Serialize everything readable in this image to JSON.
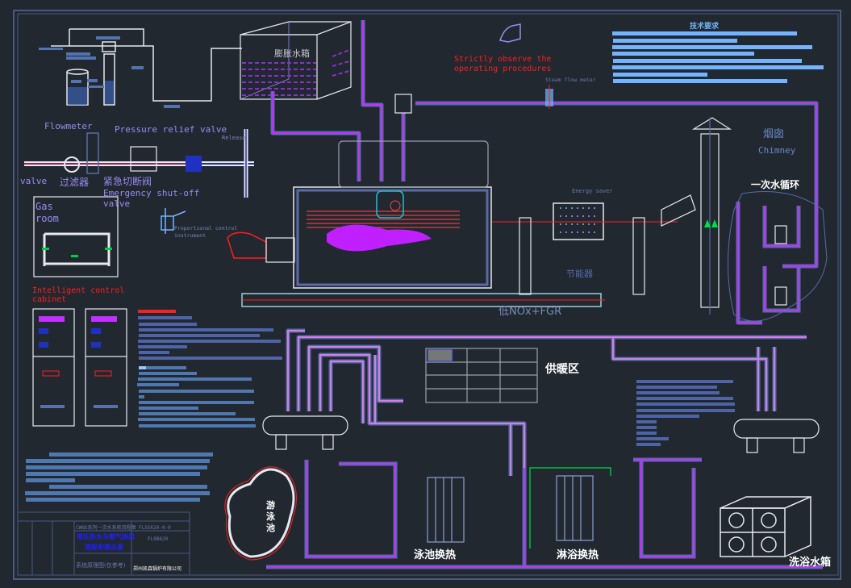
{
  "colors": {
    "background": "#212830",
    "pipe_magenta": "#c030ff",
    "pipe_white": "#e8e8f0",
    "pipe_blue": "#3a4a9a",
    "accent_red": "#ff1e1e",
    "label_lavender": "#9a8cf0",
    "text_bar_blue": "#5272b0",
    "text_bar_light": "#74b4ff",
    "flame": "#c020ff",
    "frame": "#4a5a80"
  },
  "labels": {
    "expansion_tank": "膨胀水箱",
    "flowmeter": "Flowmeter",
    "pressure_relief_valve": "Pressure relief valve",
    "valve": "valve",
    "filter": "过滤器",
    "emergency_cn": "紧急切断阀",
    "emergency_en_1": "Emergency shut-off",
    "emergency_en_2": "valve",
    "release": "Release",
    "gas_room_1": "Gas",
    "gas_room_2": "room",
    "proportional_1": "Proportional control",
    "proportional_2": "instrument",
    "intelligent_1": "Intelligent control",
    "intelligent_2": "cabinet",
    "strictly_1": "Strictly observe the",
    "strictly_2": "operating procedures",
    "steam_flow_meter": "Steam flow meter",
    "tech_requirements": "技术要求",
    "chimney_cn": "烟囱",
    "chimney_en": "Chimney",
    "primary_loop": "一次水循环",
    "energy_saver": "Energy saver",
    "economizer_cn": "节能器",
    "low_nox": "低NOx+FGR",
    "heating_zone": "供暖区",
    "pool": "游泳池",
    "pool_hx": "泳池换热",
    "shower_hx": "淋浴换热",
    "bath_tank": "洗浴水箱"
  },
  "title_block": {
    "row1": "CWNS系列一次水系统流程图 FLSS620-0-0",
    "title_main_1": "常压热水与燃气热风",
    "title_main_2": "流程安装示意",
    "code": "FL08620",
    "subtitle": "系统原理图(仅参考)",
    "company": "郑州凯森锅炉有限公司"
  }
}
